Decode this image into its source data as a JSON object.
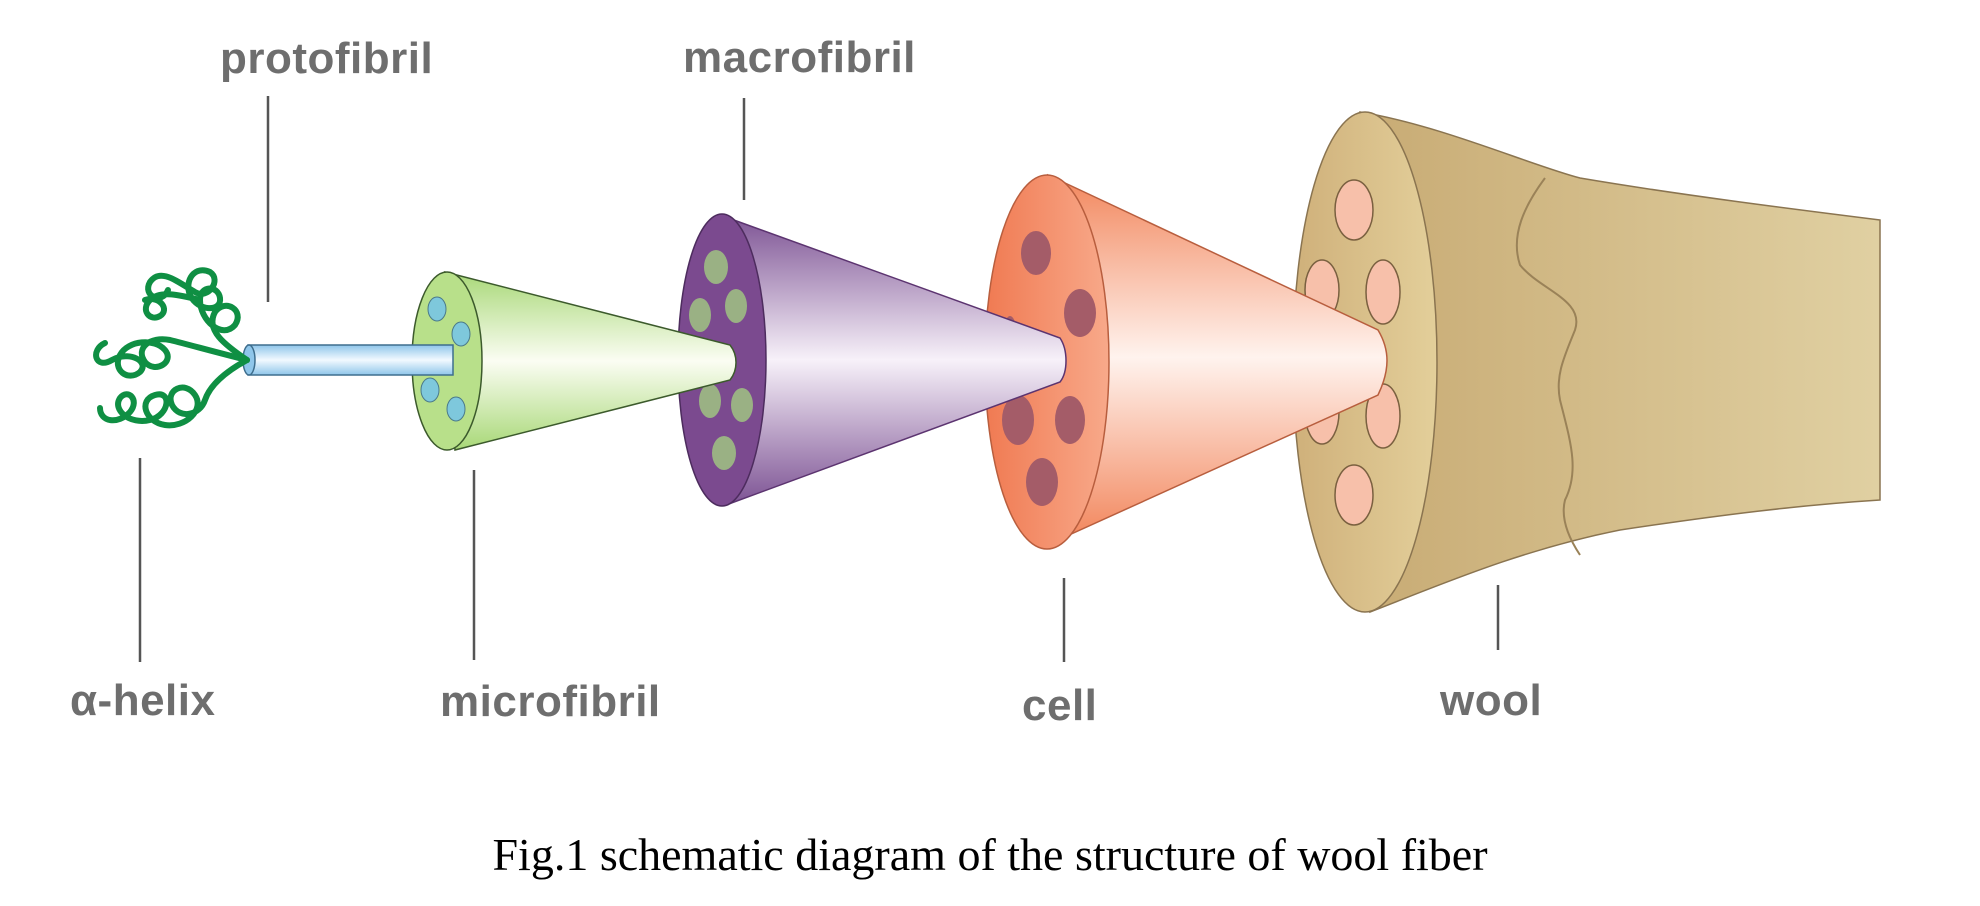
{
  "labels": {
    "protofibril": "protofibril",
    "macrofibril": "macrofibril",
    "alpha_helix": "α-helix",
    "microfibril": "microfibril",
    "cell": "cell",
    "wool": "wool"
  },
  "caption": "Fig.1 schematic diagram of the structure of wool fiber",
  "colors": {
    "helix": "#0f8f43",
    "protofibril": "#b9def5",
    "microfibril": "#b8e08a",
    "microfibril_dots": "#7ec8dc",
    "macrofibril": "#7b4a8f",
    "macrofibril_dots": "#9ab184",
    "cell": "#f4906a",
    "cell_dots": "#a45c68",
    "wool": "#c9ac78",
    "wool_dots": "#f7c0aa"
  }
}
